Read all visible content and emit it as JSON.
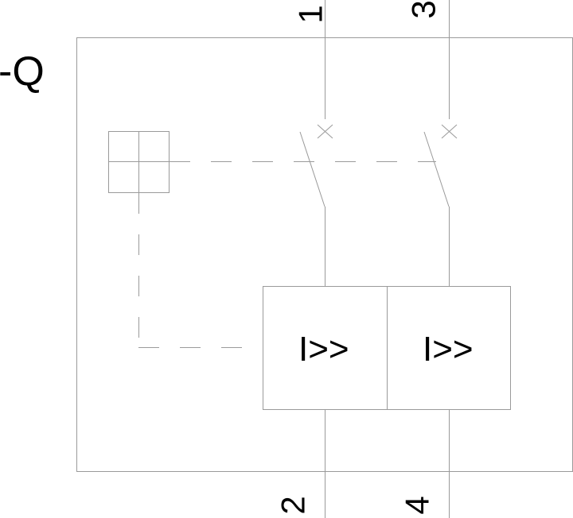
{
  "designation": "-Q",
  "terminals": {
    "top_left": "1",
    "top_right": "3",
    "bottom_left": "2",
    "bottom_right": "4"
  },
  "trip_units": {
    "left": "I>>",
    "right": "I>>"
  },
  "colors": {
    "line": "#9a9a9a",
    "text": "#000000",
    "background": "#ffffff"
  }
}
